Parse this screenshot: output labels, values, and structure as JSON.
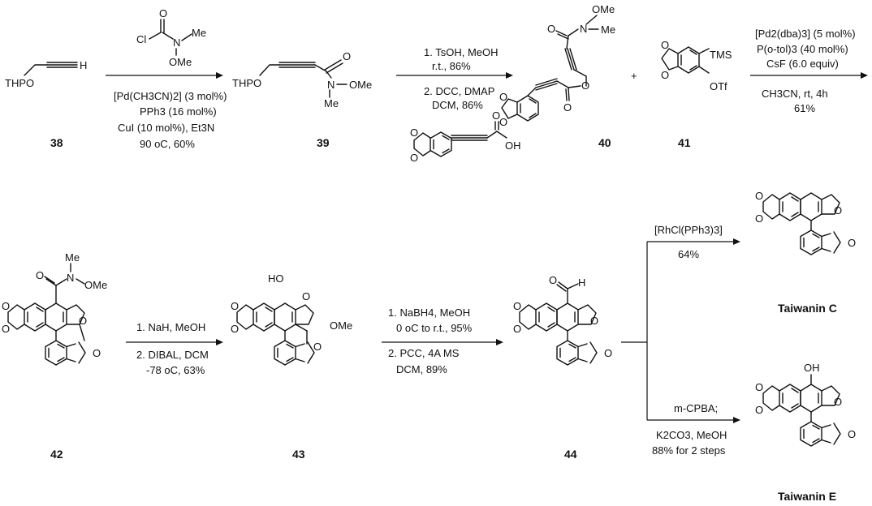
{
  "compounds": {
    "c38": "38",
    "c39": "39",
    "c40": "40",
    "c41": "41",
    "c42": "42",
    "c43": "43",
    "c44": "44",
    "taiwaninC": "Taiwanin C",
    "taiwaninE": "Taiwanin E"
  },
  "atoms": {
    "THPO": "THPO",
    "H": "H",
    "O": "O",
    "N": "N",
    "Cl": "Cl",
    "Me": "Me",
    "OMe": "OMe",
    "TMS": "TMS",
    "OTf": "OTf",
    "OH": "OH",
    "HO": "HO",
    "plus": "+"
  },
  "conditions": {
    "step1": [
      "[Pd(CH3CN)2] (3 mol%)",
      "PPh3 (16 mol%)",
      "CuI (10 mol%), Et3N",
      "90 oC, 60%"
    ],
    "step2": [
      "1. TsOH, MeOH",
      "r.t., 86%",
      "2. DCC, DMAP",
      "DCM, 86%"
    ],
    "step3": [
      "[Pd2(dba)3] (5 mol%)",
      "P(o-tol)3 (40 mol%)",
      "CsF (6.0 equiv)",
      "CH3CN, rt, 4h",
      "61%"
    ],
    "step4": [
      "1. NaH, MeOH",
      "2. DIBAL, DCM",
      "-78 oC, 63%"
    ],
    "step5": [
      "1. NaBH4, MeOH",
      "0 oC to r.t., 95%",
      "2. PCC, 4A MS",
      "DCM, 89%"
    ],
    "step6": [
      "[RhCl(PPh3)3]",
      "64%"
    ],
    "step7": [
      "m-CPBA;",
      "K2CO3, MeOH",
      "88% for 2 steps"
    ]
  }
}
